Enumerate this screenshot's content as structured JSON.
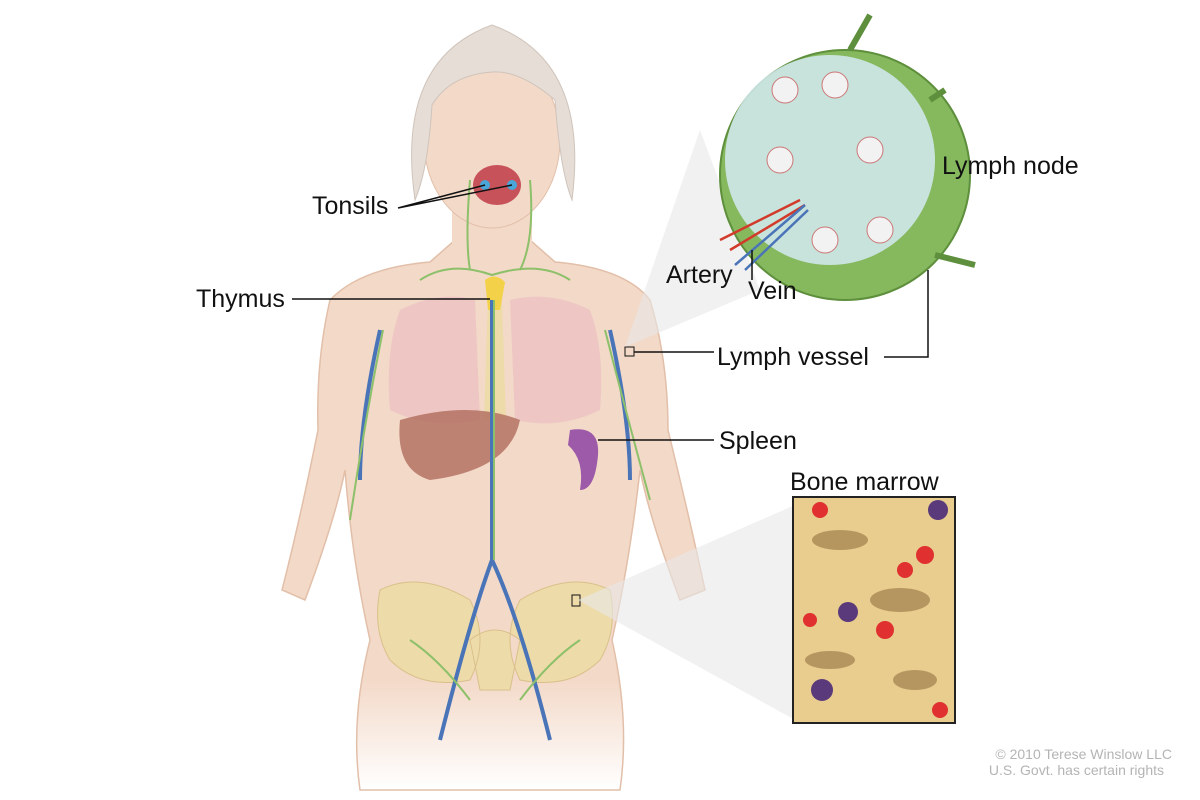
{
  "labels": {
    "tonsils": "Tonsils",
    "thymus": "Thymus",
    "lymph_node": "Lymph node",
    "artery": "Artery",
    "vein": "Vein",
    "lymph_vessel": "Lymph vessel",
    "spleen": "Spleen",
    "bone_marrow": "Bone marrow"
  },
  "copyright": {
    "line1": "© 2010 Terese Winslow LLC",
    "line2": "U.S. Govt. has certain rights"
  },
  "colors": {
    "skin": "#f3d9c8",
    "hair": "#e6ddd6",
    "lymph": "#8dc06a",
    "vein": "#4a74b8",
    "artery": "#d23a2a",
    "bone": "#eedbaa",
    "spleen": "#9c5aa8",
    "liver": "#b06b5e",
    "thymus": "#f3d24a"
  }
}
